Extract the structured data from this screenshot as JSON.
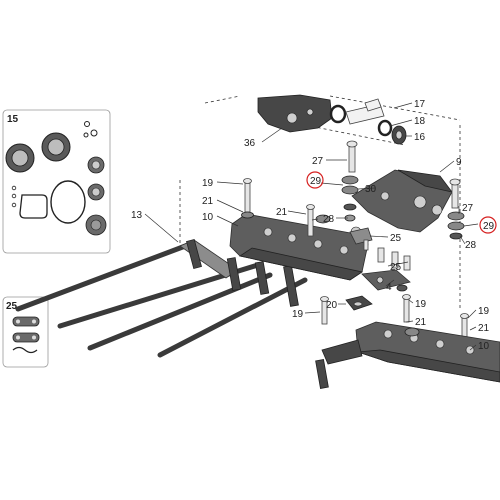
{
  "diagram": {
    "labels": {
      "p4": "4",
      "p9": "9",
      "p10": "10",
      "p13": "13",
      "p15": "15",
      "p16": "16",
      "p17": "17",
      "p18": "18",
      "p19a": "19",
      "p19b": "19",
      "p19c": "19",
      "p19d": "19",
      "p20": "20",
      "p21a": "21",
      "p21b": "21",
      "p21c": "21",
      "p21d": "21",
      "p25a": "25",
      "p25b": "25",
      "p25box": "25",
      "p27a": "27",
      "p27b": "27",
      "p28a": "28",
      "p28b": "28",
      "p29a": "29",
      "p29b": "29",
      "p30": "30",
      "p36": "36"
    },
    "colors": {
      "part": "#5e5e5e",
      "callout": "#d62020",
      "line": "#333333"
    }
  }
}
